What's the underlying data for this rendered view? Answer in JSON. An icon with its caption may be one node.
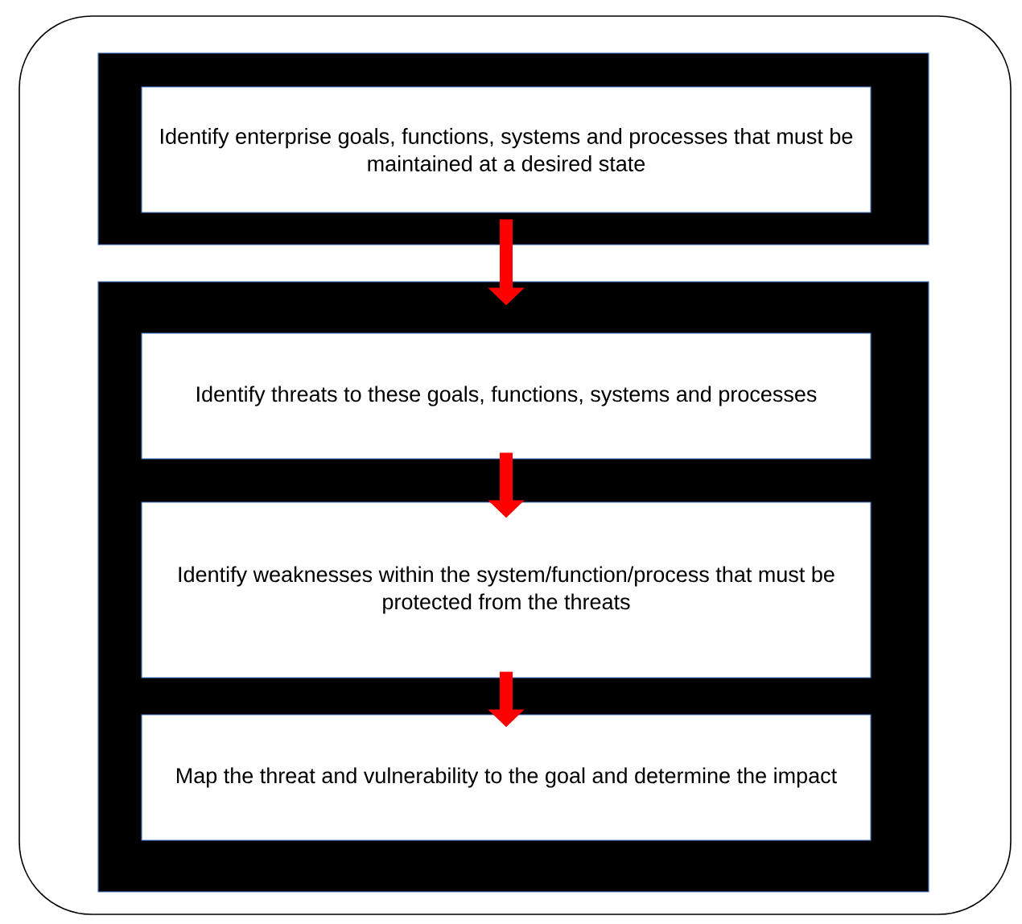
{
  "diagram": {
    "nodes": [
      {
        "text": [],
        "shape": "box"
      },
      {
        "text": [],
        "shape": "box",
        "in": 0
      },
      {
        "text": [
          "Identify enterprise goals, functions, systems and processes that must be maintained at a desired state"
        ],
        "in": 1
      },
      {
        "text": [],
        "shape": "box",
        "in": 0
      },
      {
        "text": [
          "Identify threats to these goals, functions, systems and processes"
        ],
        "in": 3
      },
      {
        "text": [
          "Identify weaknesses within the system/function/process that must be protected from the threats"
        ],
        "in": 3
      },
      {
        "text": [
          "Map the threat and vulnerability to the goal and determine the impact"
        ],
        "in": 3
      }
    ],
    "edges": [
      {
        "from": 2,
        "to": 4,
        "arrow": "to"
      },
      {
        "from": 4,
        "to": 5,
        "arrow": "to"
      },
      {
        "from": 5,
        "to": 6,
        "arrow": "to"
      }
    ]
  }
}
